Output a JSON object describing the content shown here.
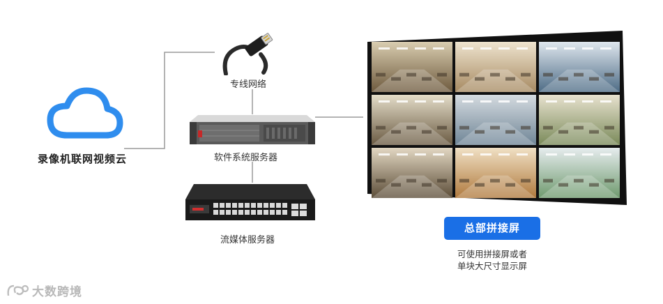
{
  "nodes": {
    "cloud": {
      "label": "录像机联网视频云"
    },
    "network": {
      "label": "专线网络"
    },
    "software_server": {
      "label": "软件系统服务器"
    },
    "streaming_server": {
      "label": "流媒体服务器"
    }
  },
  "video_wall": {
    "badge": "总部拼接屏",
    "note_line1": "可使用拼接屏或者",
    "note_line2": "单块大尺寸显示屏",
    "tile_count": 9
  },
  "watermark": {
    "text": "大数跨境"
  },
  "colors": {
    "cloud_blue": "#2f8dee",
    "badge_blue": "#1a6fe6",
    "connector_gray": "#9a9a9a"
  },
  "icons": {
    "cloud": "cloud-icon",
    "network": "ethernet-cable-icon",
    "software_server": "rack-server-icon",
    "streaming_server": "network-switch-icon",
    "watermark": "brand-logo-icon"
  }
}
